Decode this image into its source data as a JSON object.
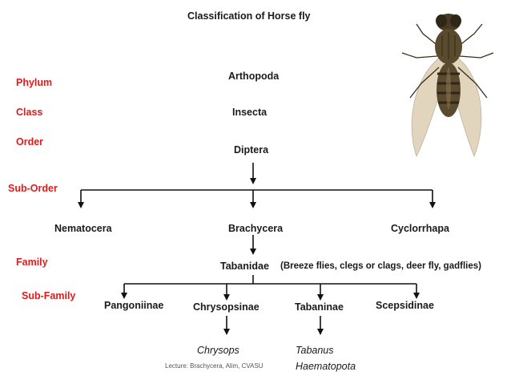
{
  "title": "Classification of Horse fly",
  "ranks": {
    "phylum": "Phylum",
    "class": "Class",
    "order": "Order",
    "suborder": "Sub-Order",
    "family": "Family",
    "subfamily": "Sub-Family"
  },
  "taxa": {
    "phylum": "Arthopoda",
    "class": "Insecta",
    "order": "Diptera",
    "suborders": [
      "Nematocera",
      "Brachycera",
      "Cyclorrhapa"
    ],
    "family": "Tabanidae",
    "family_note": "(Breeze flies,  clegs or clags, deer fly, gadflies)",
    "subfamilies": [
      "Pangoniinae",
      "Chrysopsinae",
      "Tabaninae",
      "Scepsidinae"
    ],
    "genera": {
      "chrysopsinae": [
        "Chrysops"
      ],
      "tabaninae": [
        "Tabanus",
        "Haematopota"
      ]
    }
  },
  "footer": "Lecture: Brachycera, Alim, CVASU",
  "photo": {
    "subject": "horse fly photograph",
    "body_color": "#5a4a2e",
    "wing_color": "#c9b48a"
  }
}
